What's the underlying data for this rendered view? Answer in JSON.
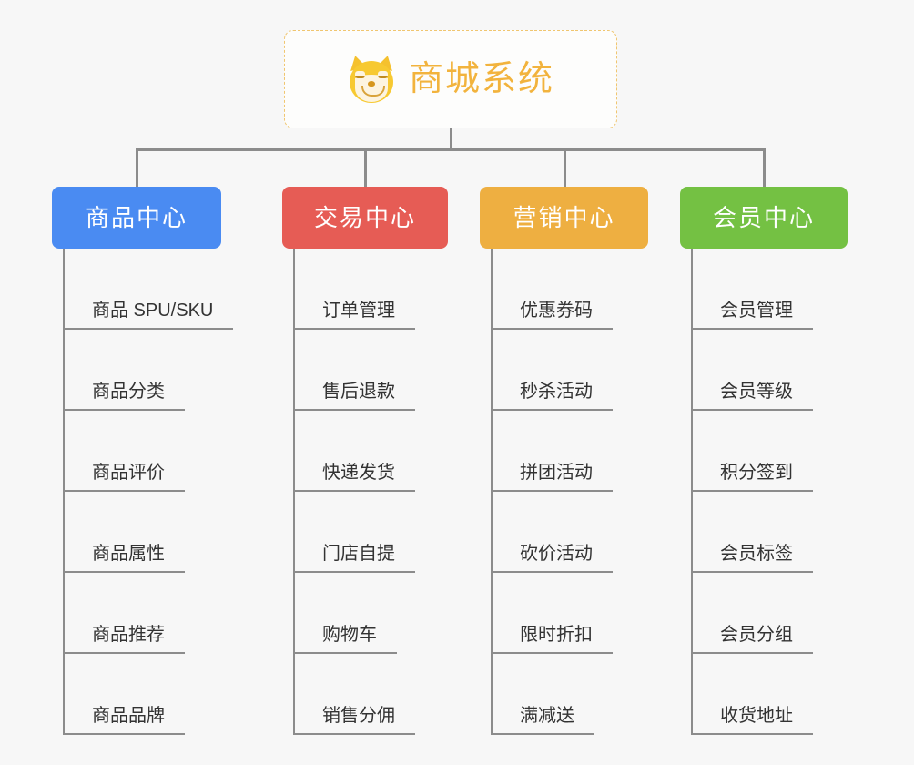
{
  "root": {
    "title": "商城系统",
    "icon": "shiba-dog-face-icon",
    "border_color": "#f0c670",
    "text_color": "#f2b33d"
  },
  "canvas": {
    "background": "#f7f7f7",
    "connector_color": "#8c8c8c"
  },
  "branches": [
    {
      "label": "商品中心",
      "color": "#4a8bf2",
      "items": [
        "商品 SPU/SKU",
        "商品分类",
        "商品评价",
        "商品属性",
        "商品推荐",
        "商品品牌"
      ]
    },
    {
      "label": "交易中心",
      "color": "#e65c55",
      "items": [
        "订单管理",
        "售后退款",
        "快递发货",
        "门店自提",
        "购物车",
        "销售分佣"
      ]
    },
    {
      "label": "营销中心",
      "color": "#eeaf41",
      "items": [
        "优惠券码",
        "秒杀活动",
        "拼团活动",
        "砍价活动",
        "限时折扣",
        "满减送"
      ]
    },
    {
      "label": "会员中心",
      "color": "#74c143",
      "items": [
        "会员管理",
        "会员等级",
        "积分签到",
        "会员标签",
        "会员分组",
        "收货地址"
      ]
    }
  ]
}
